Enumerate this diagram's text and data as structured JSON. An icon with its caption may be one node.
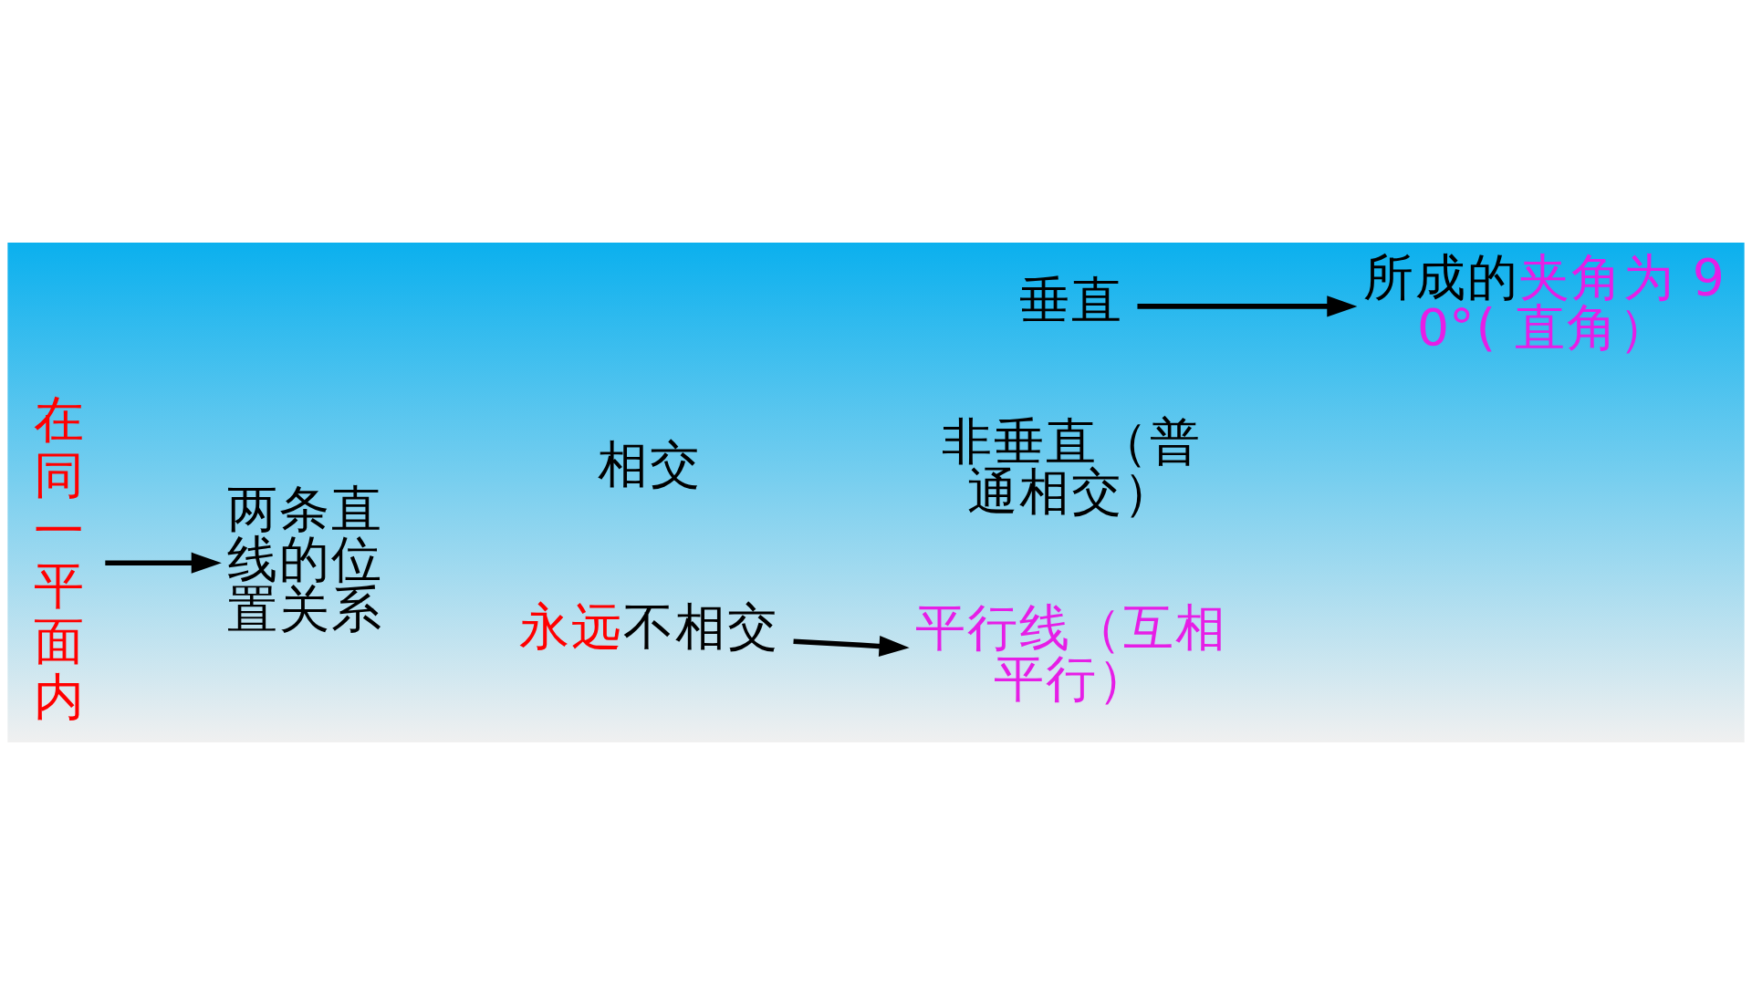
{
  "diagram": {
    "nodes": [
      {
        "text": [
          "在同一平面内"
        ]
      },
      {
        "text": [
          "两条直线的位置关系"
        ]
      },
      {
        "text": [
          "相交"
        ]
      },
      {
        "text": [
          "垂直"
        ]
      },
      {
        "text": [
          "所成的夹角为 90°( 直角）"
        ]
      },
      {
        "text": [
          "非垂直（普通相交）"
        ]
      },
      {
        "text": [
          "永远不相交"
        ]
      },
      {
        "text": [
          "平行线（互相平行）"
        ]
      }
    ],
    "edges": [
      {
        "from": 0,
        "to": 1,
        "arrow": "to"
      },
      {
        "from": 3,
        "to": 4,
        "arrow": "to"
      },
      {
        "from": 6,
        "to": 7,
        "arrow": "to"
      }
    ]
  }
}
